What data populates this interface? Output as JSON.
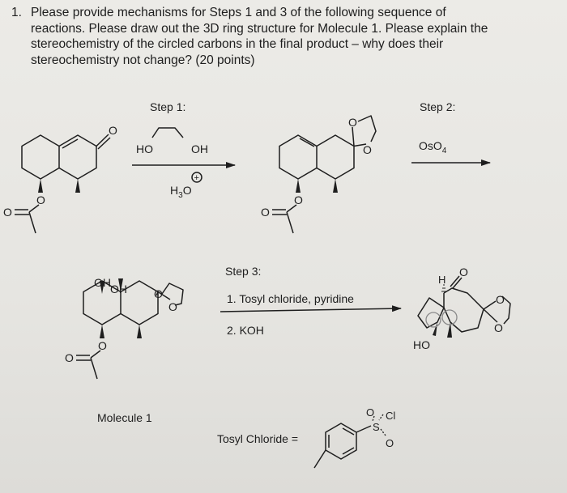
{
  "question": {
    "number": "1.",
    "lines": [
      "Please provide mechanisms for Steps 1 and 3 of the following sequence of",
      "reactions. Please draw out the 3D ring structure for Molecule 1. Please explain the",
      "stereochemistry of the circled carbons in the final product – why does their",
      "stereochemistry not change? (20 points)"
    ]
  },
  "step1": {
    "label": "Step 1:",
    "reagent_left": "HO",
    "reagent_right": "OH",
    "acid": "H",
    "acid_sub": "3",
    "acid_o": "O",
    "charge": "+"
  },
  "step2": {
    "label": "Step 2:",
    "reagent": "OsO",
    "reagent_sub": "4"
  },
  "step3": {
    "label": "Step 3:",
    "reagent1": "1. Tosyl chloride, pyridine",
    "reagent2": "2. KOH"
  },
  "atoms": {
    "O": "O",
    "OH": "OH",
    "HO": "HO",
    "H": "H",
    "S": "S",
    "Cl": "Cl"
  },
  "molecule1_label": "Molecule 1",
  "tosyl_label": "Tosyl Chloride =",
  "colors": {
    "paper": "#e9e8e4",
    "ink": "#1e1e1e",
    "circle": "#8a8a8a"
  }
}
